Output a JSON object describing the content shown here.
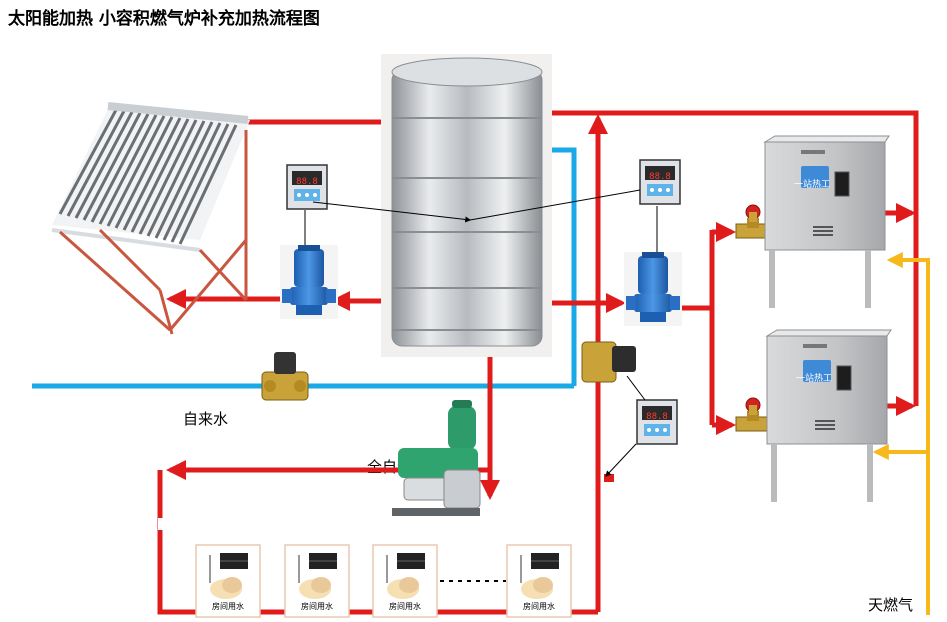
{
  "title": "太阳能加热  小容积燃气炉补充加热流程图",
  "labels": {
    "tap_water": "自来水",
    "booster_pump": "全自动增压泵",
    "natural_gas": "天燃气",
    "room_water": "房间用水",
    "boiler_badge": "一站热工"
  },
  "controller_display": "88.8",
  "colors": {
    "hot_pipe": "#e01b1b",
    "cold_pipe": "#19a9e6",
    "gas_pipe": "#f7b81b",
    "steel": "#c7c9cc",
    "pump_blue": "#2f7fd4"
  }
}
